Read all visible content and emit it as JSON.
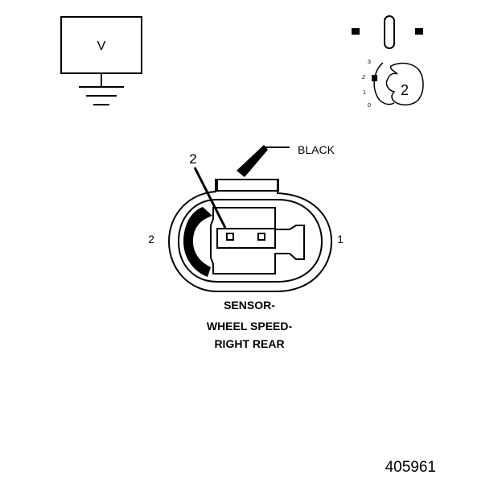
{
  "meter": {
    "symbol": "V"
  },
  "key_icon": {
    "positions": [
      "3",
      "2",
      "1",
      "0"
    ],
    "number": "2"
  },
  "connector": {
    "color_label": "BLACK",
    "pointer_label": "2",
    "pin_left": "2",
    "pin_right": "1"
  },
  "caption": {
    "line1": "SENSOR-",
    "line2": "WHEEL SPEED-",
    "line3": "RIGHT REAR"
  },
  "figure_number": "405961"
}
